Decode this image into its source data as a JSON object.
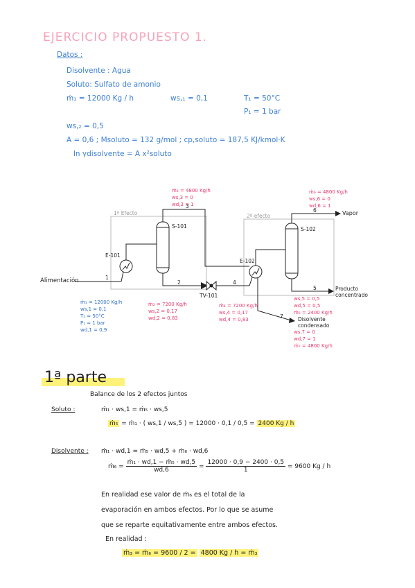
{
  "title": "EJERCICIO PROPUESTO 1.",
  "datos": {
    "heading": "Datos :",
    "disolvente": "Disolvente : Agua",
    "soluto": "Soluto: Sulfato de amonio",
    "m1": "ṁ₁ = 12000 Kg / h",
    "ws11": "ws,₁ = 0,1",
    "t1": "T₁ = 50°C",
    "p1": "P₁ = 1 bar",
    "ws2": "ws,₂ = 0,5",
    "a_line": "A = 0,6  ;  Msoluto = 132 g/mol  ;  cp,soluto = 187,5 KJ/kmol·K",
    "ln_line": "ln γdisolvente = A x²soluto"
  },
  "diagram": {
    "effect1_label": "1º Efecto",
    "effect2_label": "2º efecto",
    "s101": "S-101",
    "s102": "S-102",
    "e101": "E-101",
    "e102": "E-102",
    "tv101": "TV-101",
    "alimentacion": "Alimentación",
    "vapor": "Vapor",
    "producto": "Producto concentrado",
    "disolvente_cond": "Disolvente condensado",
    "stream_1": "1",
    "stream_2": "2",
    "stream_3": "3",
    "stream_4": "4",
    "stream_5": "5",
    "stream_6": "6",
    "stream_7": "7",
    "s3_props": [
      "ṁ₃ = 4800 Kg/h",
      "ws,3 = 0",
      "wd,3 = 1"
    ],
    "s6_props": [
      "ṁ₆ = 4800 Kg/h",
      "ws,6 = 0",
      "wd,6 = 1"
    ],
    "s1_props": [
      "ṁ₁ = 12000 Kg/h",
      "ws,1 = 0,1",
      "T₁ = 50°C",
      "P₁ = 1 bar",
      "wd,1 = 0,9"
    ],
    "s2_props": [
      "ṁ₂ = 7200 Kg/h",
      "ws,2 = 0,17",
      "wd,2 = 0,83"
    ],
    "s4_props": [
      "ṁ₄ = 7200 Kg/h",
      "ws,4 = 0,17",
      "wd,4 = 0,83"
    ],
    "s5_props": [
      "ws,5 = 0,5",
      "wd,5 = 0,5",
      "ṁ₅ = 2400 Kg/h"
    ],
    "s7_props": [
      "ws,7 = 0",
      "wd,7 = 1",
      "ṁ₇ = 4800 Kg/h"
    ]
  },
  "parte": {
    "heading": "1ª parte",
    "balance": "Balance de los 2 efectos juntos",
    "soluto_label": "Soluto :",
    "soluto_eq1": "ṁ₁ · ws,1 = ṁ₅ · ws,5",
    "soluto_eq2_lhs": "ṁ₅",
    "soluto_eq2_mid": "= ṁ₁ · ( ws,1 / ws,5 ) = 12000 · 0,1 / 0,5 =",
    "soluto_eq2_result": "2400 Kg / h",
    "disolvente_label": "Disolvente :",
    "dis_eq1": "ṁ₁ · wd,1 = ṁ₅ · wd,5 + ṁ₆ · wd,6",
    "dis_eq2_lhs": "ṁ₆ =",
    "dis_eq2_num": "ṁ₁ · wd,1 − ṁ₅ · wd,5",
    "dis_eq2_den": "wd,6",
    "dis_eq2_num2": "12000 · 0,9 − 2400 · 0,5",
    "dis_eq2_den2": "1",
    "dis_eq2_result": "= 9600 Kg / h",
    "note1": "En realidad ese valor de ṁ₆ es el total de la",
    "note2": "evaporación en ambos efectos. Por lo que se asume",
    "note3": "que se reparte equitativamente entre ambos efectos.",
    "note4": "En realidad :",
    "final_eq": "ṁ₃ = ṁ₆ = 9600 / 2 =",
    "final_result": "4800 Kg / h = ṁ₃"
  }
}
